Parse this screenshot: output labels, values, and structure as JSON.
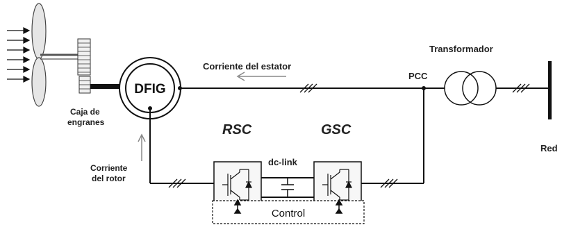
{
  "labels": {
    "transformer": "Transformador",
    "stator_current": "Corriente del estator",
    "pcc": "PCC",
    "dfig": "DFIG",
    "gearbox_line1": "Caja de",
    "gearbox_line2": "engranes",
    "rotor_current_line1": "Corriente",
    "rotor_current_line2": "del rotor",
    "rsc": "RSC",
    "gsc": "GSC",
    "dc_link": "dc-link",
    "grid": "Red",
    "control": "Control"
  },
  "colors": {
    "line": "#111111",
    "arrow_gray": "#888888",
    "box_fill": "#f7f7f7"
  }
}
